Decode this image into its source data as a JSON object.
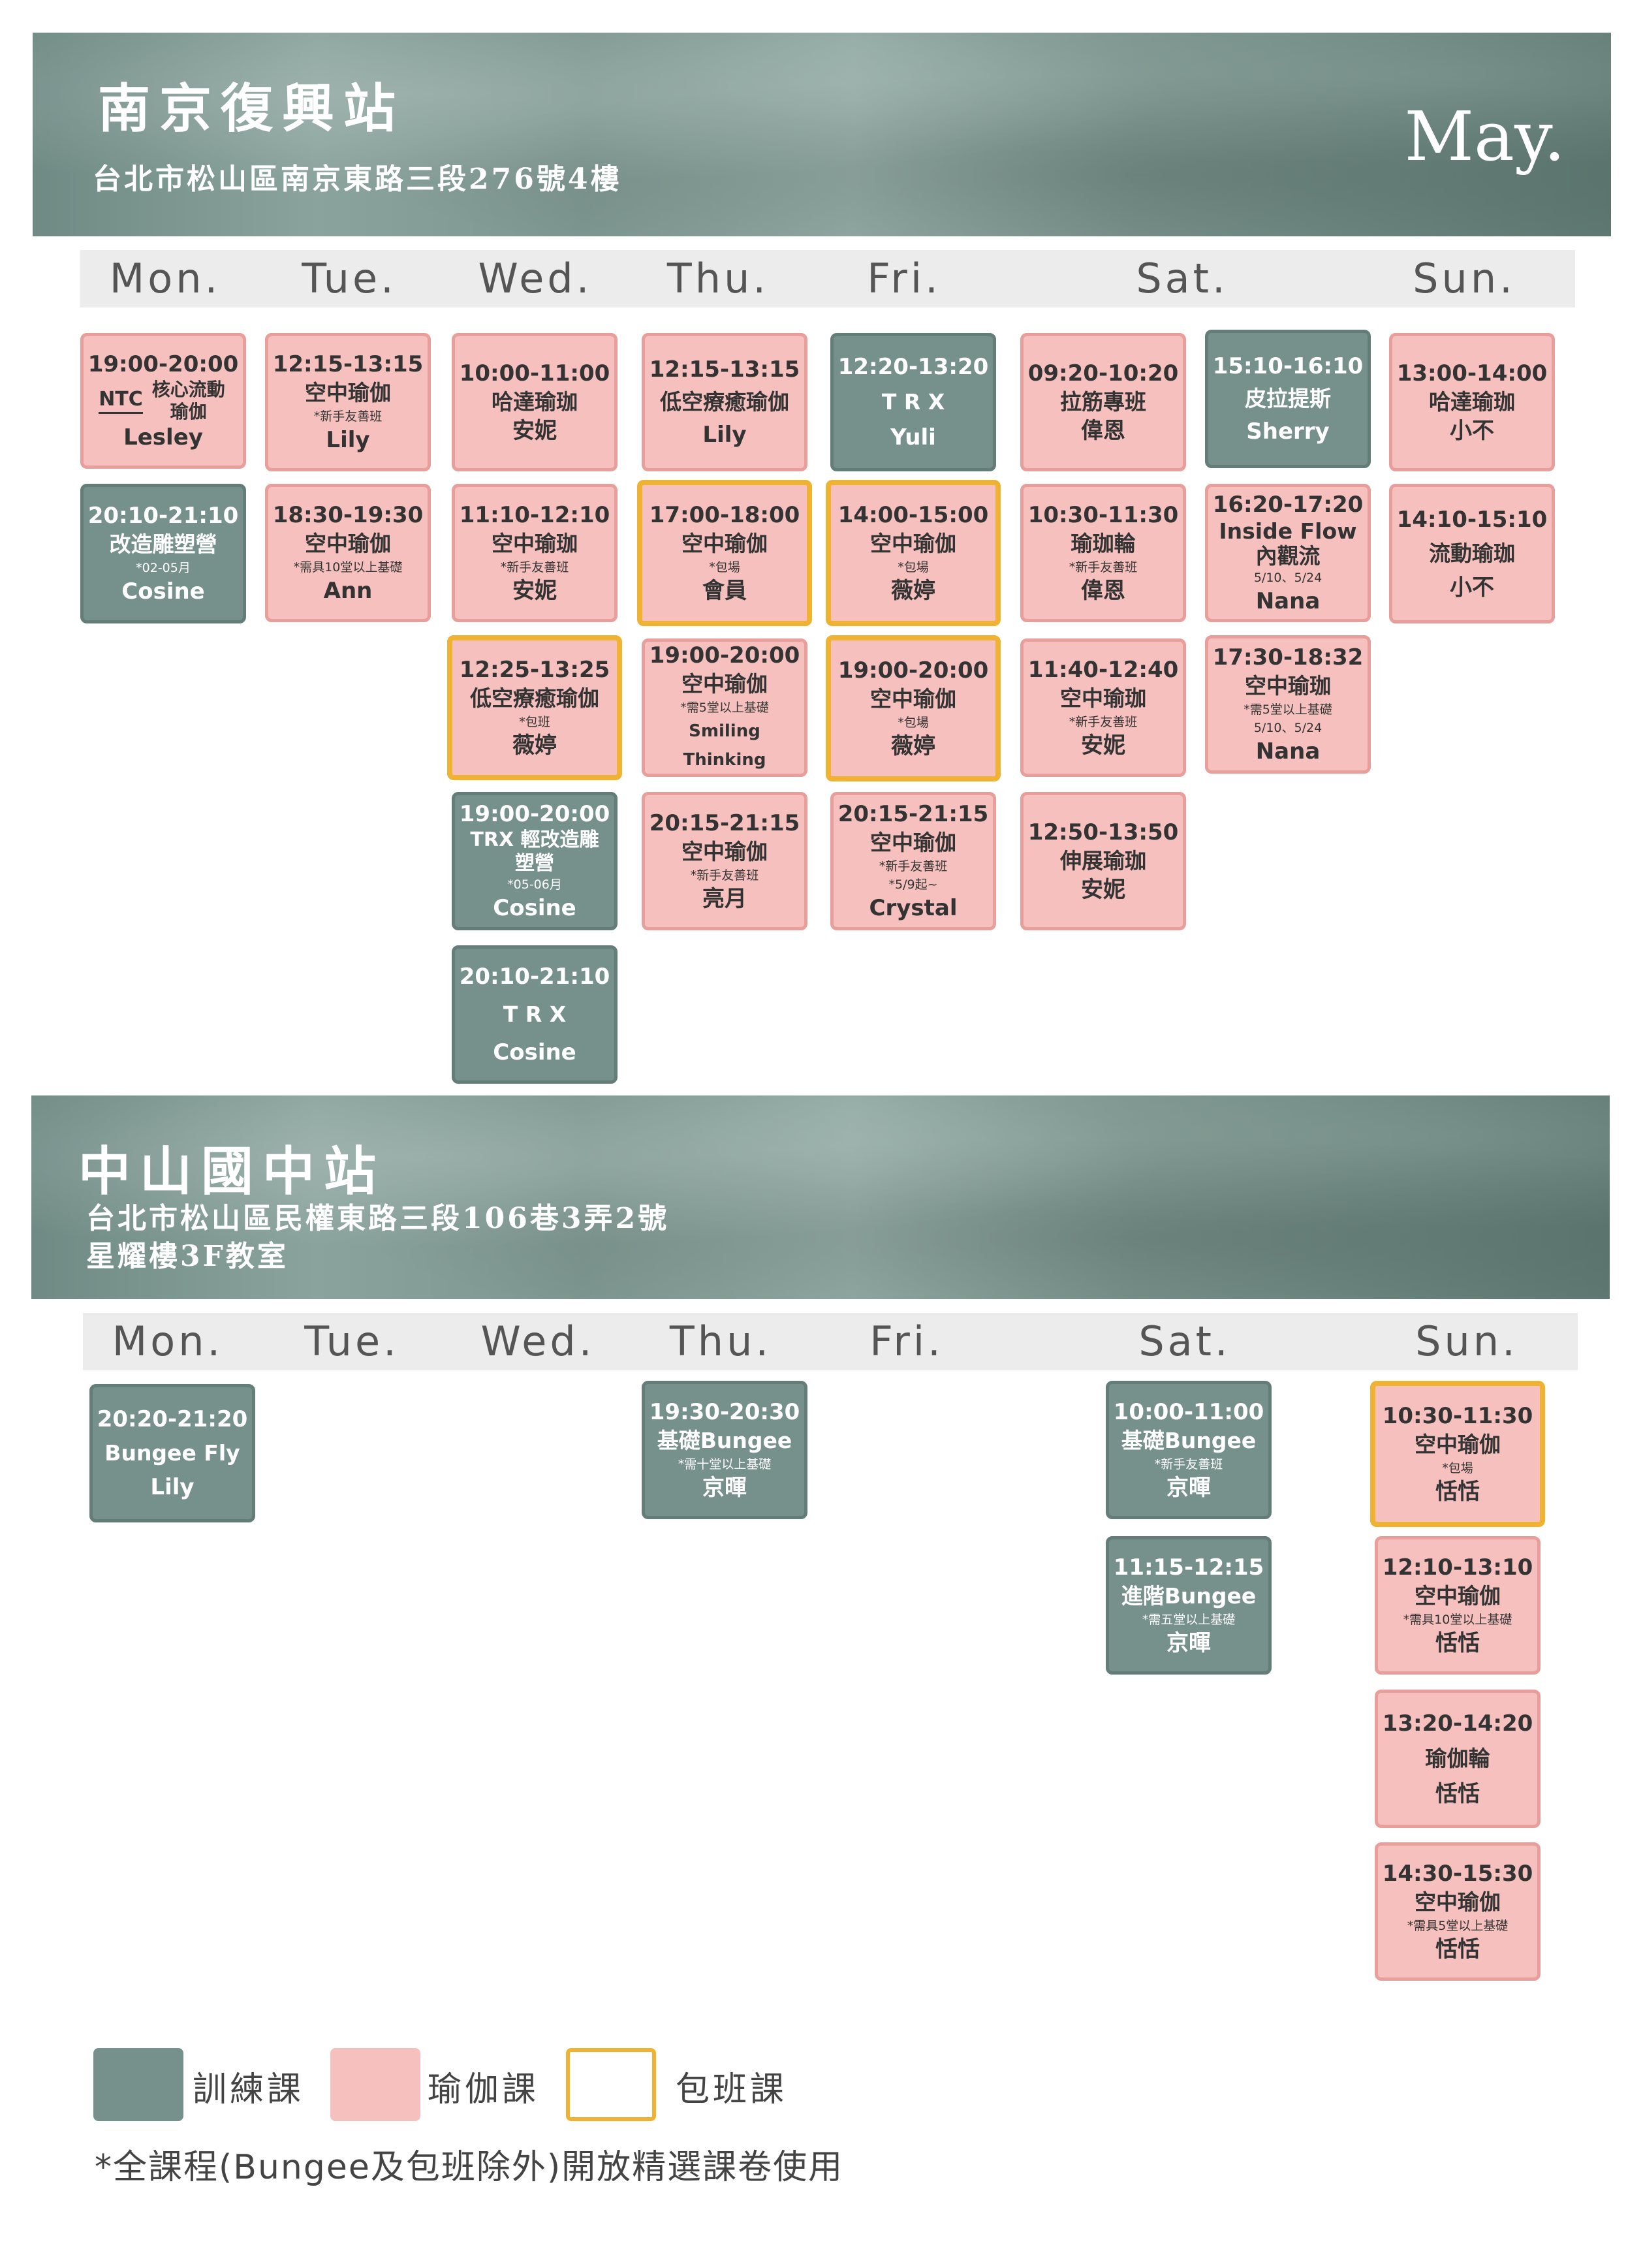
{
  "colors": {
    "training": "#76908b",
    "yoga": "#f5c0be",
    "package": "#f0b233"
  },
  "month": "May.",
  "days": [
    "Mon.",
    "Tue.",
    "Wed.",
    "Thu.",
    "Fri.",
    "Sat.",
    "Sun."
  ],
  "s1": {
    "name": "南京復興站",
    "address": "台北市松山區南京東路三段276號4樓",
    "c": {
      "mon1": {
        "time": "19:00-20:00",
        "logo": "NTC",
        "name": "核心流動瑜伽",
        "teacher": "Lesley"
      },
      "mon2": {
        "time": "20:10-21:10",
        "name": "改造雕塑營",
        "sub": "*02-05月",
        "teacher": "Cosine"
      },
      "tue1": {
        "time": "12:15-13:15",
        "name": "空中瑜伽",
        "sub": "*新手友善班",
        "teacher": "Lily"
      },
      "tue2": {
        "time": "18:30-19:30",
        "name": "空中瑜伽",
        "sub": "*需具10堂以上基礎",
        "teacher": "Ann"
      },
      "wed1": {
        "time": "10:00-11:00",
        "name": "哈達瑜珈",
        "teacher": "安妮"
      },
      "wed2": {
        "time": "11:10-12:10",
        "name": "空中瑜珈",
        "sub": "*新手友善班",
        "teacher": "安妮"
      },
      "wed3": {
        "time": "12:25-13:25",
        "name": "低空療癒瑜伽",
        "sub": "*包班",
        "teacher": "薇婷"
      },
      "wed4": {
        "time": "19:00-20:00",
        "name": "TRX 輕改造雕塑營",
        "sub": "*05-06月",
        "teacher": "Cosine"
      },
      "wed5": {
        "time": "20:10-21:10",
        "name": "T R X",
        "teacher": "Cosine"
      },
      "thu1": {
        "time": "12:15-13:15",
        "name": "低空療癒瑜伽",
        "teacher": "Lily"
      },
      "thu2": {
        "time": "17:00-18:00",
        "name": "空中瑜伽",
        "sub": "*包場",
        "teacher": "會員"
      },
      "thu3": {
        "time": "19:00-20:00",
        "name": "空中瑜伽",
        "sub": "*需5堂以上基礎",
        "teacher": "Smiling Thinking"
      },
      "thu4": {
        "time": "20:15-21:15",
        "name": "空中瑜伽",
        "sub": "*新手友善班",
        "teacher": "亮月"
      },
      "fri1": {
        "time": "12:20-13:20",
        "name": "T R X",
        "teacher": "Yuli"
      },
      "fri2": {
        "time": "14:00-15:00",
        "name": "空中瑜伽",
        "sub": "*包場",
        "teacher": "薇婷"
      },
      "fri3": {
        "time": "19:00-20:00",
        "name": "空中瑜伽",
        "sub": "*包場",
        "teacher": "薇婷"
      },
      "fri4": {
        "time": "20:15-21:15",
        "name": "空中瑜伽",
        "sub": "*新手友善班",
        "sub2": "*5/9起~",
        "teacher": "Crystal"
      },
      "sat1": {
        "time": "09:20-10:20",
        "name": "拉筋專班",
        "teacher": "偉恩"
      },
      "sat2": {
        "time": "10:30-11:30",
        "name": "瑜珈輪",
        "sub": "*新手友善班",
        "teacher": "偉恩"
      },
      "sat3": {
        "time": "11:40-12:40",
        "name": "空中瑜珈",
        "sub": "*新手友善班",
        "teacher": "安妮"
      },
      "sat4": {
        "time": "12:50-13:50",
        "name": "伸展瑜珈",
        "teacher": "安妮"
      },
      "sat5": {
        "time": "15:10-16:10",
        "name": "皮拉提斯",
        "teacher": "Sherry"
      },
      "sat6": {
        "time": "16:20-17:20",
        "name": "Inside Flow 內觀流",
        "sub": "5/10、5/24",
        "teacher": "Nana"
      },
      "sat7": {
        "time": "17:30-18:32",
        "name": "空中瑜珈",
        "sub": "*需5堂以上基礎",
        "sub2": "5/10、5/24",
        "teacher": "Nana"
      },
      "sun1": {
        "time": "13:00-14:00",
        "name": "哈達瑜珈",
        "teacher": "小不"
      },
      "sun2": {
        "time": "14:10-15:10",
        "name": "流動瑜珈",
        "teacher": "小不"
      }
    }
  },
  "s2": {
    "name": "中山國中站",
    "address": "台北市松山區民權東路三段106巷3弄2號",
    "address2": "星耀樓3F教室",
    "c": {
      "mon1": {
        "time": "20:20-21:20",
        "name": "Bungee Fly",
        "teacher": "Lily"
      },
      "thu1": {
        "time": "19:30-20:30",
        "name": "基礎Bungee",
        "sub": "*需十堂以上基礎",
        "teacher": "京暉"
      },
      "sat1": {
        "time": "10:00-11:00",
        "name": "基礎Bungee",
        "sub": "*新手友善班",
        "teacher": "京暉"
      },
      "sat2": {
        "time": "11:15-12:15",
        "name": "進階Bungee",
        "sub": "*需五堂以上基礎",
        "teacher": "京暉"
      },
      "sun1": {
        "time": "10:30-11:30",
        "name": "空中瑜伽",
        "sub": "*包場",
        "teacher": "恬恬"
      },
      "sun2": {
        "time": "12:10-13:10",
        "name": "空中瑜伽",
        "sub": "*需具10堂以上基礎",
        "teacher": "恬恬"
      },
      "sun3": {
        "time": "13:20-14:20",
        "name": "瑜伽輪",
        "teacher": "恬恬"
      },
      "sun4": {
        "time": "14:30-15:30",
        "name": "空中瑜伽",
        "sub": "*需具5堂以上基礎",
        "teacher": "恬恬"
      }
    }
  },
  "legend": {
    "training": "訓練課",
    "yoga": "瑜伽課",
    "package": "包班課"
  },
  "footnote": "*全課程(Bungee及包班除外)開放精選課卷使用"
}
